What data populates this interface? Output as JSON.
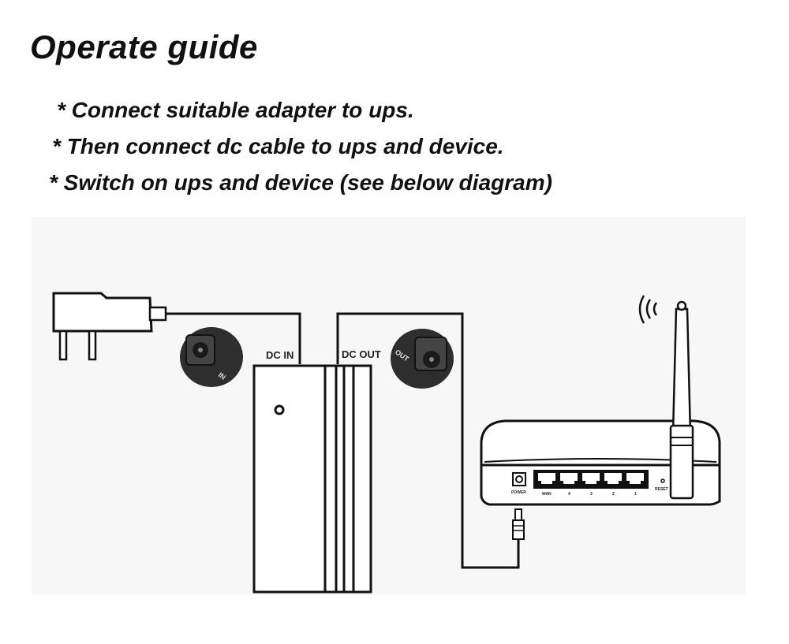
{
  "title": "Operate guide",
  "steps": [
    "* Connect suitable adapter to ups.",
    "* Then connect dc cable to ups and device.",
    "* Switch on ups and device (see below diagram)"
  ],
  "diagram": {
    "dc_in_label": "DC IN",
    "dc_out_label": "DC OUT",
    "in_port_label": "IN",
    "out_port_label": "OUT",
    "router_labels": {
      "power": "POWER",
      "wan": "WAN",
      "lan4": "4",
      "lan3": "3",
      "lan2": "2",
      "lan1": "1",
      "reset": "RESET"
    }
  }
}
